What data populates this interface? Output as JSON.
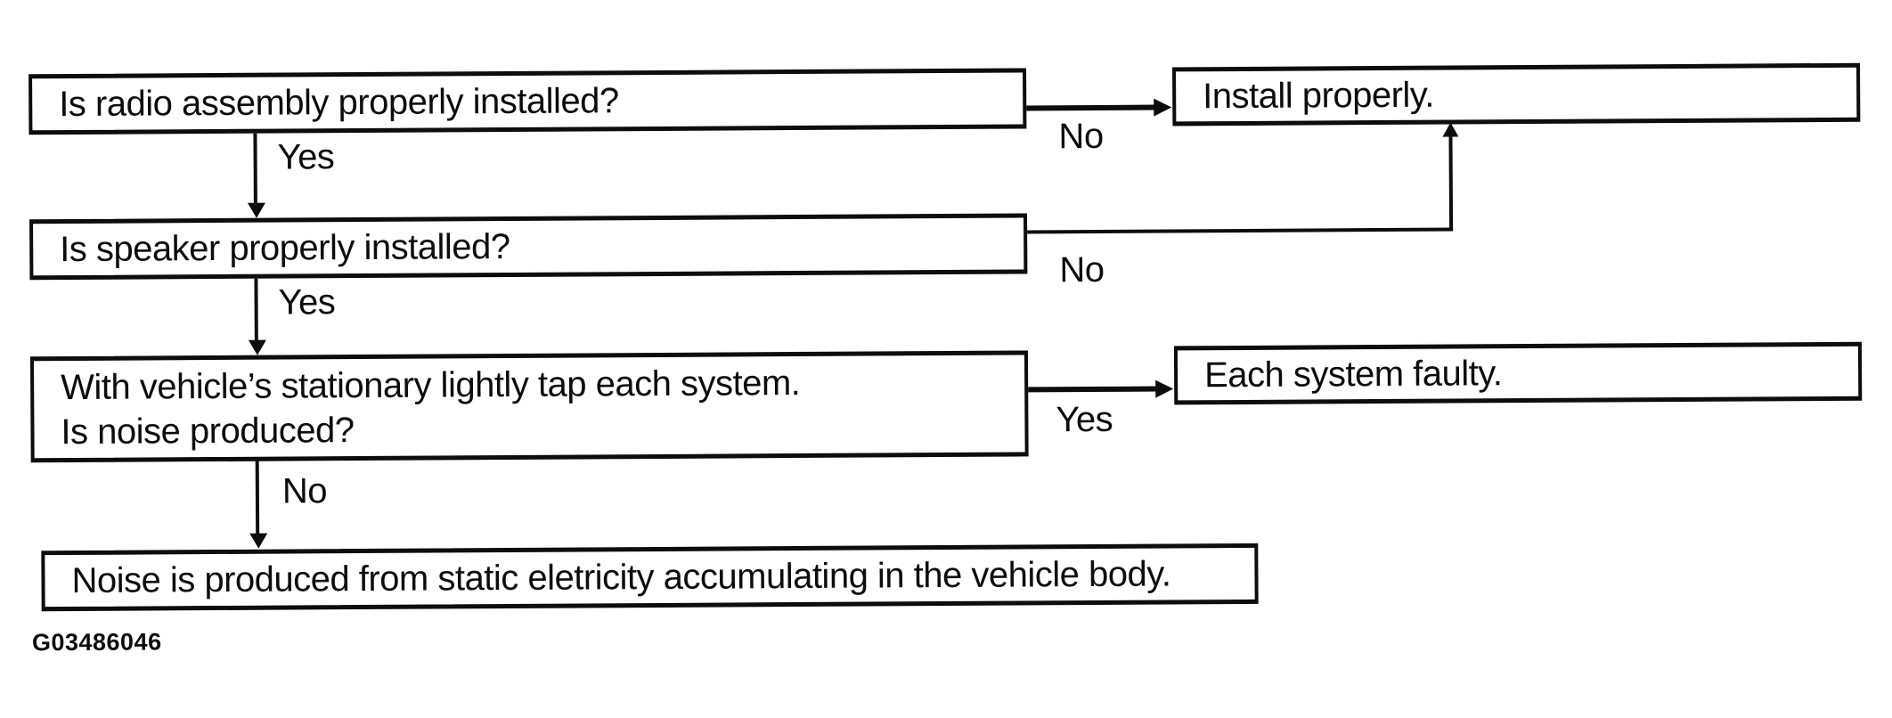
{
  "figure_id": "G03486046",
  "colors": {
    "ink": "#0d0d0d",
    "background": "#ffffff"
  },
  "flowchart": {
    "type": "troubleshooting-flowchart",
    "nodes": [
      {
        "id": "q1",
        "kind": "question",
        "text": "Is radio assembly properly installed?"
      },
      {
        "id": "q2",
        "kind": "question",
        "text": "Is speaker properly installed?"
      },
      {
        "id": "q3",
        "kind": "question",
        "line1": "With vehicle’s stationary lightly tap each system.",
        "line2": "Is noise produced?"
      },
      {
        "id": "end1",
        "kind": "action",
        "text": "Install properly."
      },
      {
        "id": "end2",
        "kind": "result",
        "text": "Each system faulty."
      },
      {
        "id": "end3",
        "kind": "result",
        "text": "Noise is produced from static eletricity accumulating in the vehicle body."
      }
    ],
    "edges": [
      {
        "from": "q1",
        "to": "q2",
        "label": "Yes"
      },
      {
        "from": "q1",
        "to": "end1",
        "label": "No"
      },
      {
        "from": "q2",
        "to": "q3",
        "label": "Yes"
      },
      {
        "from": "q2",
        "to": "end1",
        "label": "No"
      },
      {
        "from": "q3",
        "to": "end2",
        "label": "Yes"
      },
      {
        "from": "q3",
        "to": "end3",
        "label": "No"
      }
    ]
  }
}
